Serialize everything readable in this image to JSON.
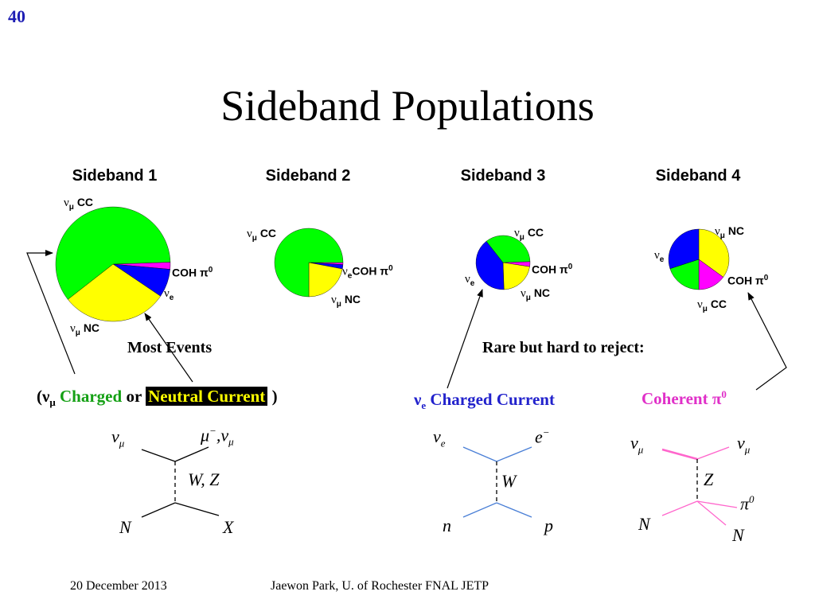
{
  "slide_number": "40",
  "title": "Sideband Populations",
  "colors": {
    "cc_numu": "#00ff00",
    "nc_numu": "#ffff00",
    "nue": "#0000ff",
    "coh_pi0": "#ff00ff",
    "cc_diagram": "#4a7fd6",
    "coh_diagram": "#ff66cc",
    "slide_number": "#1e1eb4"
  },
  "chart_data": [
    {
      "type": "pie",
      "title": "Sideband 1",
      "slices": [
        {
          "name": "ν_μ CC",
          "value": 0.6
        },
        {
          "name": "ν_μ NC",
          "value": 0.3
        },
        {
          "name": "ν_e",
          "value": 0.08
        },
        {
          "name": "COH π0",
          "value": 0.02
        }
      ]
    },
    {
      "type": "pie",
      "title": "Sideband 2",
      "slices": [
        {
          "name": "ν_μ CC",
          "value": 0.75
        },
        {
          "name": "ν_μ NC",
          "value": 0.22
        },
        {
          "name": "ν_e",
          "value": 0.02
        },
        {
          "name": "COH π0",
          "value": 0.01
        }
      ]
    },
    {
      "type": "pie",
      "title": "Sideband 3",
      "slices": [
        {
          "name": "ν_μ CC",
          "value": 0.35
        },
        {
          "name": "ν_μ NC",
          "value": 0.22
        },
        {
          "name": "ν_e",
          "value": 0.4
        },
        {
          "name": "COH π0",
          "value": 0.03
        }
      ]
    },
    {
      "type": "pie",
      "title": "Sideband 4",
      "slices": [
        {
          "name": "ν_μ NC",
          "value": 0.35
        },
        {
          "name": "COH π0",
          "value": 0.15
        },
        {
          "name": "ν_μ CC",
          "value": 0.2
        },
        {
          "name": "ν_e",
          "value": 0.3
        }
      ]
    }
  ],
  "pie_labels": {
    "numu": "ν",
    "mu": "μ",
    "e": "e",
    "cc": "CC",
    "nc": "NC",
    "coh": "COH π",
    "zero": "0"
  },
  "notes": {
    "most_events": "Most Events",
    "rare": "Rare but hard to reject:"
  },
  "captions": {
    "open_paren": "(ν",
    "mu": "μ",
    "charged": "Charged",
    "or": "or",
    "neutral_current": "Neutral Current",
    "close_paren": ")",
    "nue": "ν",
    "e": "e",
    "charged_current": "Charged Current",
    "coherent": "Coherent π",
    "zero": "0"
  },
  "diagrams": {
    "left": {
      "nu": "ν",
      "mu": "μ",
      "mu_minus": "μ",
      "minus": "−",
      "comma_nu": ",ν",
      "wz": "W, Z",
      "N": "N",
      "X": "X"
    },
    "middle": {
      "nu": "ν",
      "e_sub": "e",
      "e": "e",
      "minus": "−",
      "W": "W",
      "n": "n",
      "p": "p"
    },
    "right": {
      "nu": "ν",
      "mu": "μ",
      "Z": "Z",
      "pi": "π",
      "zero": "0",
      "N": "N"
    }
  },
  "footer": {
    "date": "20 December 2013",
    "author": "Jaewon Park, U. of Rochester  FNAL JETP"
  }
}
